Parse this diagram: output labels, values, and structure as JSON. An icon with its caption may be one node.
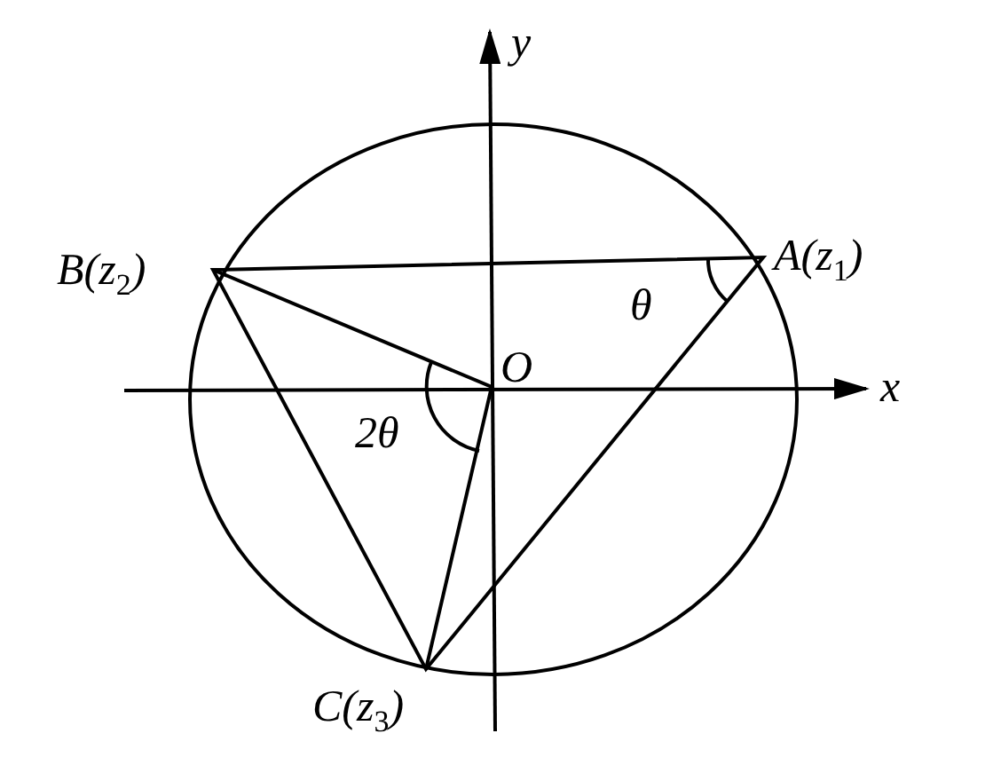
{
  "diagram": {
    "labels": [
      "y",
      "B(z$_{2}$)",
      "A(z$_{1}$)",
      "θ",
      "O",
      "x",
      "2θ",
      "C(z$_{3}$)"
    ]
  }
}
